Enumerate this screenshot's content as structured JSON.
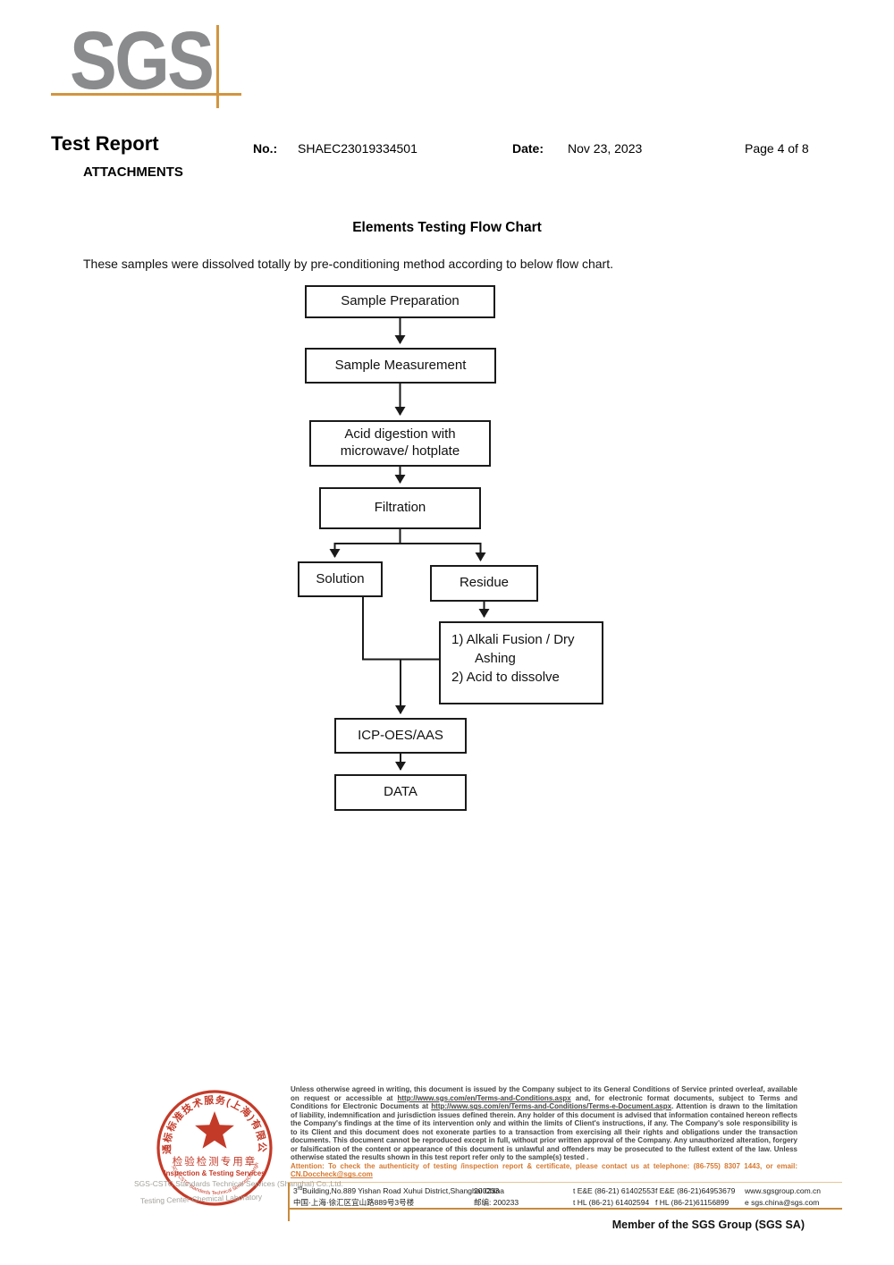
{
  "header": {
    "logo": "SGS",
    "report_title": "Test Report",
    "no_label": "No.:",
    "report_no": "SHAEC23019334501",
    "date_label": "Date:",
    "date_value": "Nov 23, 2023",
    "page_info": "Page 4 of 8",
    "section_label": "ATTACHMENTS"
  },
  "body": {
    "chart_title": "Elements Testing Flow Chart",
    "intro_text": "These samples were dissolved totally by pre-conditioning method according to below flow chart.",
    "flowchart": {
      "sample_preparation": "Sample Preparation",
      "sample_measurement": "Sample Measurement",
      "acid_digestion": "Acid digestion with microwave/ hotplate",
      "filtration": "Filtration",
      "solution": "Solution",
      "residue": "Residue",
      "alkali_line1": "1) Alkali Fusion / Dry",
      "alkali_line2": "Ashing",
      "alkali_line3": "2) Acid to dissolve",
      "icp": "ICP-OES/AAS",
      "data": "DATA"
    }
  },
  "footer": {
    "stamp": {
      "arc_text": "通标标准技术服务(上海)有限公司",
      "center_line1": "检验检测专用章",
      "center_line2": "Inspection & Testing Services",
      "bottom_arc_text": "SGS-CSTC Standards Technical Services(Shanghai)Co.,Ltd."
    },
    "company_line1": "SGS-CSTC Standards Technical Services (Shanghai) Co.,Ltd.",
    "company_line2": "Testing Center-Chemical Laboratory",
    "legal": {
      "part1": "Unless otherwise agreed in writing, this document is issued by the Company subject to its General Conditions of Service printed overleaf, available on request or accessible at ",
      "url1": "http://www.sgs.com/en/Terms-and-Conditions.aspx",
      "part2": " and, for electronic format documents, subject to Terms and Conditions for Electronic Documents at ",
      "url2": "http://www.sgs.com/en/Terms-and-Conditions/Terms-e-Document.aspx",
      "part3": ". Attention is drawn to the limitation of liability, indemnification and jurisdiction issues defined therein. Any holder of this document is advised that information contained hereon reflects the Company's findings at the time of its intervention only and within the limits of Client's instructions, if any. The Company's sole responsibility is to its Client and this document does not exonerate parties to a transaction from exercising all their rights and obligations under the transaction documents. This document cannot be reproduced except in full, without prior written approval of the Company. Any unauthorized alteration, forgery or falsification of the content or appearance of this document is unlawful and offenders may be prosecuted to the fullest extent of the law. Unless otherwise stated the results shown in this test report refer only to the sample(s) tested ."
    },
    "attention": {
      "text": "Attention: To check the authenticity of testing /inspection report & certificate, please contact us at telephone: (86-755) 8307 1443, or email: ",
      "email": "CN.Doccheck@sgs.com"
    },
    "address": {
      "en_prefix": "3",
      "en_sup": "rd",
      "en_rest": "Building,No.889 Yishan Road Xuhui District,Shanghai China",
      "en_postal": "200233",
      "cn_addr": "中国·上海·徐汇区宜山路889号3号楼",
      "cn_postal": "邮编: 200233",
      "tel1": "t E&E (86-21) 61402553",
      "fax1": "f E&E (86-21)64953679",
      "web": "www.sgsgroup.com.cn",
      "tel2": "t HL (86-21) 61402594",
      "fax2": "f HL (86-21)61156899",
      "email": "e  sgs.china@sgs.com"
    },
    "member_text": "Member of the SGS Group (SGS SA)"
  },
  "colors": {
    "brand_orange": "#d2953f",
    "footer_orange": "#c98a3c",
    "attention_orange": "#d6782f",
    "stamp_red": "#c43a28",
    "logo_gray": "#8a8b8d",
    "flowchart_black": "#1a1a1a"
  }
}
